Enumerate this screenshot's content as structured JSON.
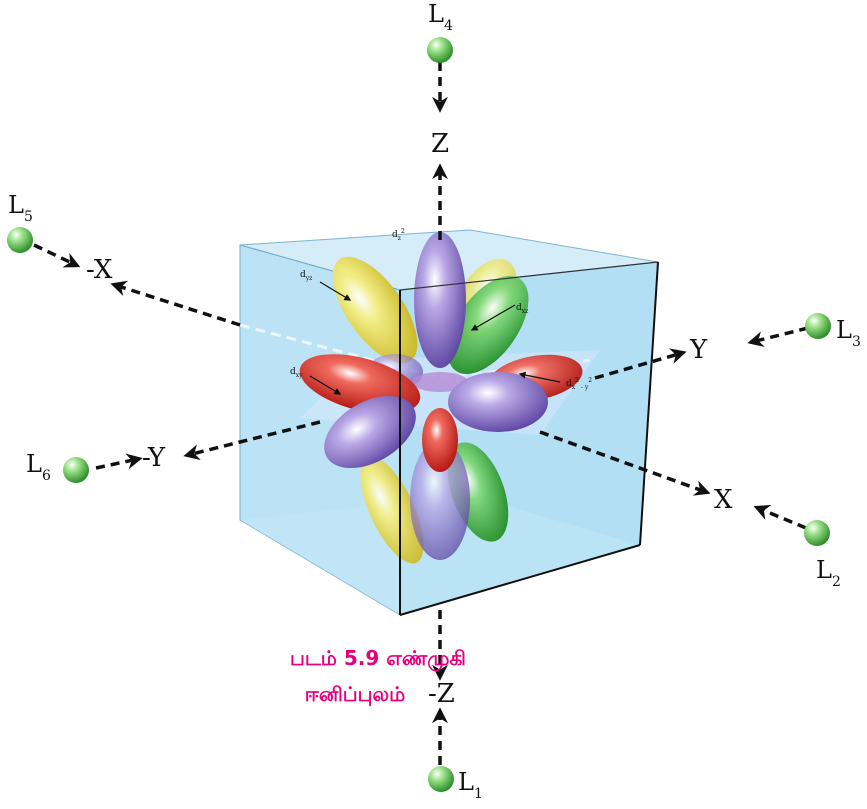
{
  "axes": {
    "z_pos": "Z",
    "z_neg": "-Z",
    "x_pos": "X",
    "x_neg": "-X",
    "y_pos": "Y",
    "y_neg": "-Y"
  },
  "ligands": [
    {
      "base": "L",
      "sub": "1"
    },
    {
      "base": "L",
      "sub": "2"
    },
    {
      "base": "L",
      "sub": "3"
    },
    {
      "base": "L",
      "sub": "4"
    },
    {
      "base": "L",
      "sub": "5"
    },
    {
      "base": "L",
      "sub": "6"
    }
  ],
  "orbitals": {
    "dz2": {
      "base": "d",
      "sub": "z",
      "sup": "2"
    },
    "dyz": {
      "base": "d",
      "sub": "yz"
    },
    "dxz": {
      "base": "d",
      "sub": "xz"
    },
    "dxy": {
      "base": "d",
      "sub": "xy"
    },
    "dx2y2": {
      "base": "d",
      "sub": "x",
      "sup": "2",
      "tail": " - y",
      "tail_sup": "2"
    }
  },
  "caption": {
    "line1": "படம் 5.9 எண்முகி",
    "line2": "ஈனிப்புலம்"
  },
  "colors": {
    "ligand_sphere": "#56b94a",
    "cube_fill": "#b3e0f5",
    "dz2": "#7f66b9",
    "dyz": "#e8dc3c",
    "dxz": "#3aa33a",
    "dxy": "#d9241e",
    "dx2y2": "#6a5bb5",
    "caption": "#e6007e"
  }
}
